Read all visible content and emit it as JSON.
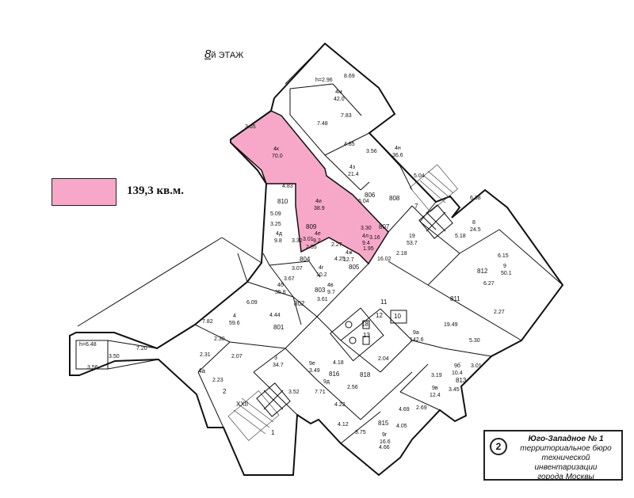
{
  "floor": {
    "number": "8",
    "suffix": "й",
    "label": "ЭТАЖ"
  },
  "legend": {
    "area": "139,3 кв.м.",
    "color": "#f7a8c8"
  },
  "stamp": {
    "number": "2",
    "line1": "Юго-Западное № 1",
    "line2": "территориальное бюро",
    "line3": "технической инвентаризации",
    "line4": "города Москвы"
  },
  "colors": {
    "highlight": "#f7a8c8",
    "walls": "#111111"
  },
  "rooms": [
    {
      "id": "4м",
      "area": "42.0"
    },
    {
      "id": "4н",
      "area": "36.6"
    },
    {
      "id": "4к",
      "area": "70.0"
    },
    {
      "id": "4з",
      "area": "21.4"
    },
    {
      "id": "4и",
      "area": "38.9"
    },
    {
      "id": "4д",
      "area": "9.8"
    },
    {
      "id": "4е",
      "area": "9.2"
    },
    {
      "id": "4ж",
      "area": "12.7"
    },
    {
      "id": "4л",
      "area": "9.4"
    },
    {
      "id": "4г",
      "area": "10.2"
    },
    {
      "id": "4в",
      "area": "9.7"
    },
    {
      "id": "4б",
      "area": "35.8"
    },
    {
      "id": "4",
      "area": "59.6"
    },
    {
      "id": "3",
      "area": "34.7"
    },
    {
      "id": "19",
      "area": "53.7"
    },
    {
      "id": "8",
      "area": "24.5"
    },
    {
      "id": "9",
      "area": "50.1"
    },
    {
      "id": "9а",
      "area": "142.6"
    },
    {
      "id": "9б",
      "area": "10.4"
    },
    {
      "id": "9в",
      "area": "12.4"
    },
    {
      "id": "9г",
      "area": "16.6"
    },
    {
      "id": "9д",
      "area": ""
    },
    {
      "id": "9е",
      "area": "3.49"
    }
  ],
  "codes": [
    "810",
    "809",
    "808",
    "807",
    "806",
    "805",
    "804",
    "803",
    "802",
    "801",
    "811",
    "812",
    "813",
    "815",
    "816",
    "818"
  ],
  "numbers": [
    "1",
    "2",
    "4а",
    "7",
    "10",
    "11",
    "12",
    "13",
    "18",
    "XXII"
  ],
  "dims": {
    "h1": "h=2.96",
    "h2": "h=6.48",
    "d_869": "8.69",
    "d_748": "7.48",
    "d_783": "7.83",
    "d_485": "4.85",
    "d_356": "3.56",
    "d_504": "5.04",
    "d_365": "3.65",
    "d_483": "4.83",
    "d_604": "6.04",
    "d_509": "5.09",
    "d_325": "3.25",
    "d_332": "3.32",
    "d_301": "3.01",
    "d_255": "2.55",
    "d_227": "2.27",
    "d_430": "3.30",
    "d_316": "3.16",
    "d_195": "1.95",
    "d_425": "4.25",
    "d_1602": "16.02",
    "d_218": "2.18",
    "d_307": "3.07",
    "d_367": "3.67",
    "d_361": "3.61",
    "d_609": "6.09",
    "d_444": "4.44",
    "d_782": "7.82",
    "d_720": "7.20",
    "d_350": "3.50",
    "d_356b": "3.56",
    "d_231": "2.31",
    "d_230": "2.30",
    "d_207": "2.07",
    "d_223": "2.23",
    "d_352": "3.52",
    "d_771": "7.71",
    "d_418": "4.18",
    "d_422": "4.22",
    "d_412": "4.12",
    "d_375": "3.75",
    "d_1949": "19.49",
    "d_530": "5.30",
    "d_301b": "3.01",
    "d_319": "3.19",
    "d_345": "3.45",
    "d_469": "4.69",
    "d_269": "2.69",
    "d_405": "4.05",
    "d_466": "4.66",
    "d_204": "2.04",
    "d_256": "2.56",
    "d_615": "6.15",
    "d_627": "6.27",
    "d_227b": "2.27",
    "d_638": "6.38",
    "d_518": "5.18"
  }
}
